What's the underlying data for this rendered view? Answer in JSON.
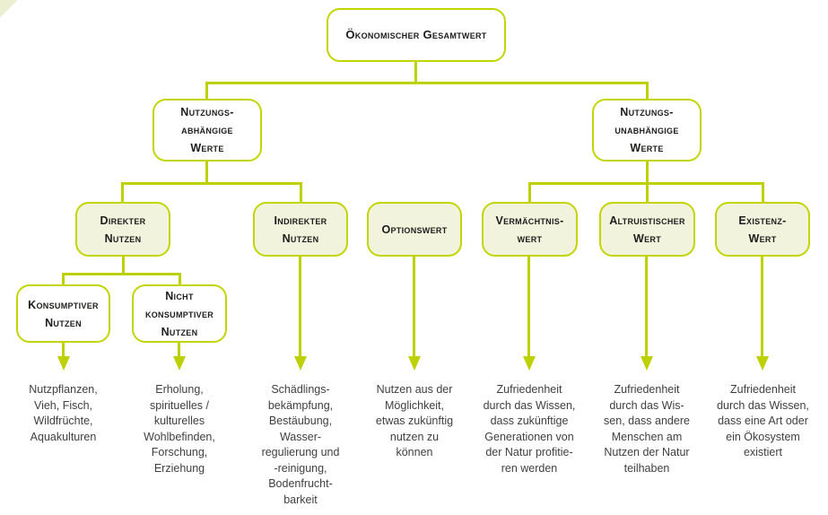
{
  "colors": {
    "line": "#bdd000",
    "border": "#c3d500",
    "fill_light": "#f1f3dd",
    "fill_white": "#ffffff",
    "label_text": "#1d1d1b",
    "body_text": "#3f3f3f",
    "corner_stripe": "#edf0d0"
  },
  "nodes": {
    "root": "Ökonomischer Gesamtwert",
    "use_dependent": "Nutzungs-\nabhängige\nWerte",
    "use_independent": "Nutzungs-\nunabhängige\nWerte",
    "direct_use": "Direkter\nNutzen",
    "indirect_use": "Indirekter\nNutzen",
    "option_value": "Optionswert",
    "bequest_value": "Vermächtnis-\nwert",
    "altruistic_value": "Altruistischer\nWert",
    "existence_value": "Existenz-\nWert",
    "consumptive_use": "Konsumptiver\nNutzen",
    "non_consumptive_use": "Nicht\nkonsumptiver\nNutzen"
  },
  "leaves": {
    "consumptive": "Nutzpflanzen,\nVieh, Fisch,\nWildfrüchte,\nAquakulturen",
    "non_consumptive": "Erholung,\nspirituelles /\nkulturelles\nWohlbefinden,\nForschung,\nErziehung",
    "indirect": "Schädlings-\nbekämpfung,\nBestäubung,\nWasser-\nregulierung und\n-reinigung,\nBodenfrucht-\nbarkeit",
    "option": "Nutzen aus der\nMöglichkeit,\netwas zukünftig\nnutzen zu\nkönnen",
    "bequest": "Zufriedenheit\ndurch das Wissen,\ndass zukünftige\nGenerationen von\nder Natur profitie-\nren werden",
    "altruistic": "Zufriedenheit\ndurch das Wis-\nsen, dass andere\nMenschen am\nNutzen der Natur\nteilhaben",
    "existence": "Zufriedenheit\ndurch das Wissen,\ndass eine Art oder\nein Ökosystem\nexistiert"
  }
}
